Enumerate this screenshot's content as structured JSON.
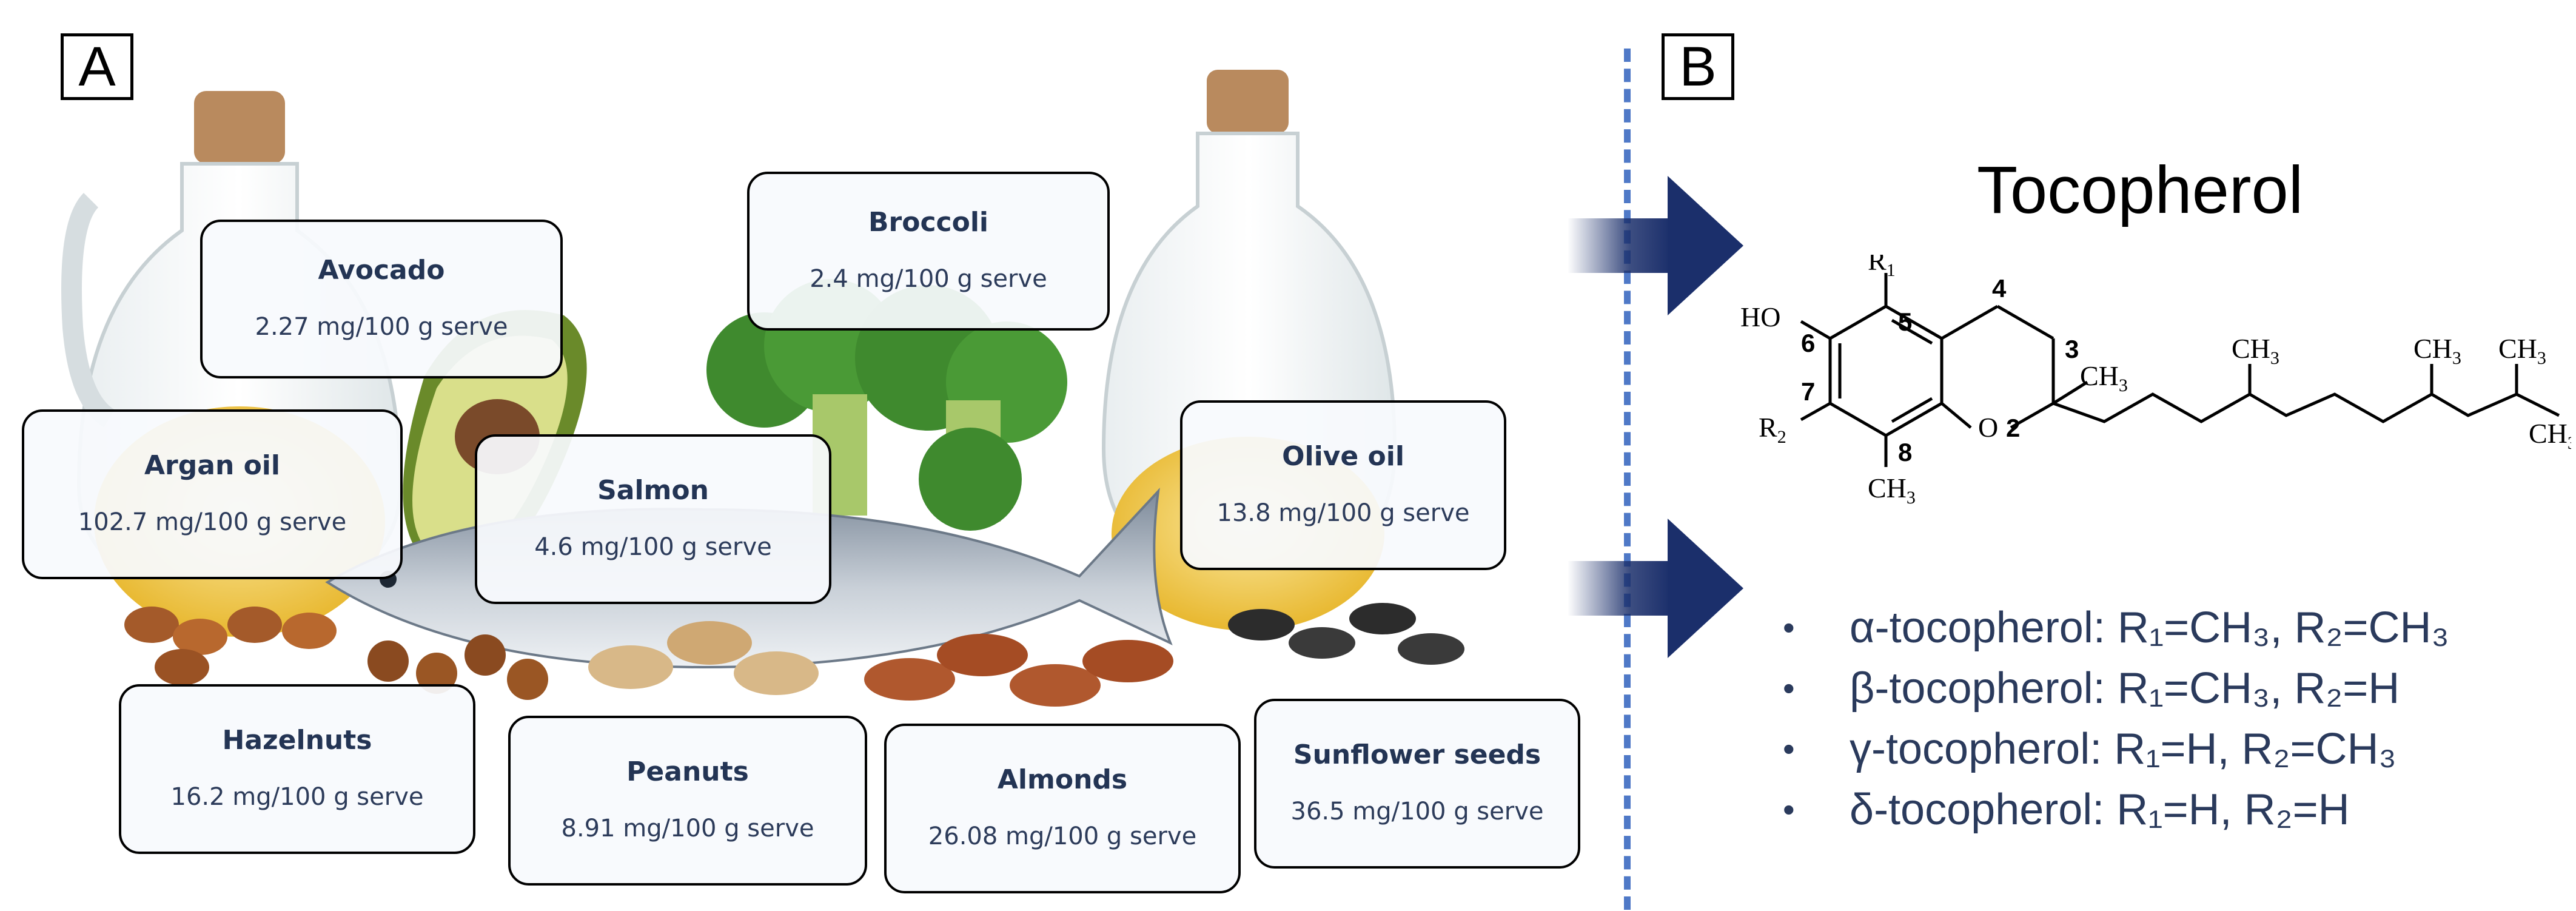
{
  "panels": {
    "a": "A",
    "b": "B"
  },
  "foods": {
    "avocado": {
      "name": "Avocado",
      "amount": "2.27 mg/100 g serve"
    },
    "broccoli": {
      "name": "Broccoli",
      "amount": "2.4 mg/100 g serve"
    },
    "argan": {
      "name": "Argan oil",
      "amount": "102.7 mg/100 g serve"
    },
    "salmon": {
      "name": "Salmon",
      "amount": "4.6 mg/100 g serve"
    },
    "olive": {
      "name": "Olive oil",
      "amount": "13.8 mg/100 g serve"
    },
    "hazelnuts": {
      "name": "Hazelnuts",
      "amount": "16.2 mg/100 g serve"
    },
    "peanuts": {
      "name": "Peanuts",
      "amount": "8.91 mg/100 g serve"
    },
    "almonds": {
      "name": "Almonds",
      "amount": "26.08 mg/100 g serve"
    },
    "sunflower": {
      "name": "Sunflower seeds",
      "amount": "36.5 mg/100 g serve"
    }
  },
  "compound": {
    "title": "Tocopherol",
    "structure_labels": {
      "ho": "HO",
      "r1": "R",
      "r1_sub": "1",
      "r2": "R",
      "r2_sub": "2",
      "o": "O",
      "ch": "CH",
      "three": "3",
      "n2": "2",
      "n3": "3",
      "n4": "4",
      "n5": "5",
      "n6": "6",
      "n7": "7",
      "n8": "8"
    },
    "forms": [
      {
        "prefix": "α-tocopherol: R",
        "r1": "CH",
        "r2": "CH",
        "r1_value": "=CH3",
        "r2_value": "=CH3"
      },
      {
        "prefix": "β-tocopherol: R",
        "r1_value": "=CH3",
        "r2_value": "=H"
      },
      {
        "prefix": "γ-tocopherol: R",
        "r1_value": "=H",
        "r2_value": "=CH3"
      },
      {
        "prefix": "δ-tocopherol: R",
        "r1_value": "=H",
        "r2_value": "=H"
      }
    ],
    "forms_text": [
      "α-tocopherol: R₁=CH₃, R₂=CH₃",
      "β-tocopherol: R₁=CH₃, R₂=H",
      "γ-tocopherol: R₁=H, R₂=CH₃",
      "δ-tocopherol: R₁=H, R₂=H"
    ],
    "bullet": "•"
  },
  "colors": {
    "divider": "#4f79c7",
    "arrow": "#1b2f6b",
    "text": "#2a3a5c"
  }
}
